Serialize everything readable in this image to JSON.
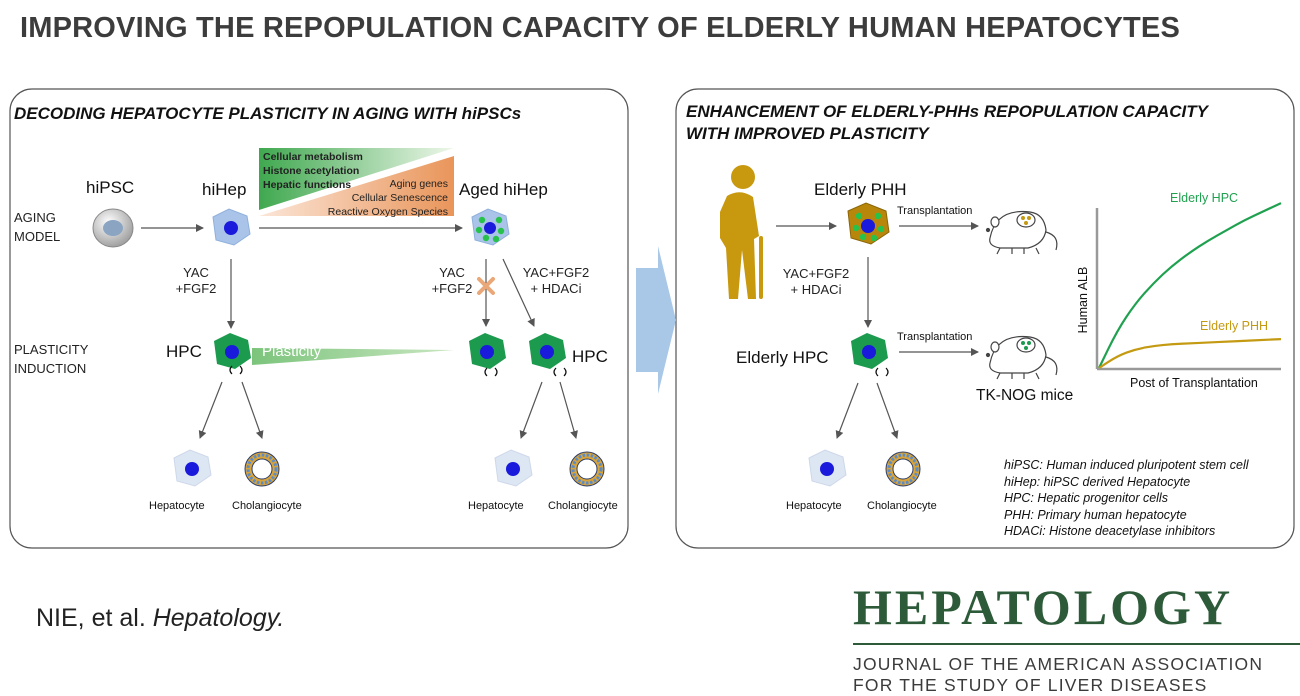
{
  "title": "IMPROVING THE REPOPULATION CAPACITY OF ELDERLY HUMAN HEPATOCYTES",
  "left_panel": {
    "title": "DECODING HEPATOCYTE  PLASTICITY IN AGING WITH hiPSCs",
    "aging_model": [
      "AGING",
      "MODEL"
    ],
    "plasticity_induction": [
      "PLASTICITY",
      "INDUCTION"
    ],
    "hipsc": "hiPSC",
    "hihep": "hiHep",
    "aged_hihep": "Aged hiHep",
    "hpc": "HPC",
    "treatment_yac_fgf2": [
      "YAC",
      "+FGF2"
    ],
    "treatment_yac_fgf2_hdaci": [
      "YAC+FGF2",
      "+ HDACi"
    ],
    "decreasing_traits": [
      "Cellular metabolism",
      "Histone acetylation",
      "Hepatic functions"
    ],
    "increasing_traits": [
      "Aging genes",
      "Cellular Senescence",
      "Reactive Oxygen Species"
    ],
    "plasticity": "Plasticity",
    "hepatocyte": "Hepatocyte",
    "cholangiocyte": "Cholangiocyte"
  },
  "right_panel": {
    "title": [
      "ENHANCEMENT OF ELDERLY-PHHs REPOPULATION CAPACITY",
      "WITH IMPROVED PLASTICITY"
    ],
    "elderly_phh": "Elderly PHH",
    "elderly_hpc": "Elderly HPC",
    "transplantation": "Transplantation",
    "treatment": [
      "YAC+FGF2",
      "+ HDACi"
    ],
    "mice": "TK-NOG mice",
    "hepatocyte": "Hepatocyte",
    "cholangiocyte": "Cholangiocyte"
  },
  "chart_data": {
    "type": "line",
    "title": "",
    "xlabel": "Post of Transplantation",
    "ylabel": "Human ALB",
    "x": [
      0,
      0.1,
      0.2,
      0.3,
      0.4,
      0.5,
      0.6,
      0.7,
      0.8,
      0.9,
      1.0
    ],
    "series": [
      {
        "name": "Elderly HPC",
        "color": "#1fa150",
        "values": [
          0,
          0.22,
          0.38,
          0.5,
          0.6,
          0.68,
          0.75,
          0.81,
          0.87,
          0.92,
          0.97
        ]
      },
      {
        "name": "Elderly PHH",
        "color": "#c49a12",
        "values": [
          0,
          0.07,
          0.11,
          0.13,
          0.14,
          0.145,
          0.15,
          0.155,
          0.16,
          0.165,
          0.17
        ]
      }
    ]
  },
  "legend": [
    "hiPSC: Human induced pluripotent stem cell",
    "hiHep: hiPSC derived Hepatocyte",
    "HPC: Hepatic progenitor cells",
    "PHH: Primary human hepatocyte",
    "HDACi: Histone deacetylase inhibitors"
  ],
  "citation": {
    "authors": "NIE, et al. ",
    "journal": "Hepatology."
  },
  "journal": {
    "name": "HEPATOLOGY",
    "subtitle": [
      "JOURNAL OF THE AMERICAN ASSOCIATION",
      "FOR THE STUDY OF LIVER DISEASES"
    ]
  },
  "colors": {
    "hepatocyte_fill": "#a9c4e8",
    "hpc_fill": "#1c9a4d",
    "nucleus": "#1a1adc",
    "aged_phh_fill": "#b8860b",
    "old_man": "#c8980f",
    "arrow_block": "#a9c8e8",
    "journal_green": "#2d5b39"
  }
}
